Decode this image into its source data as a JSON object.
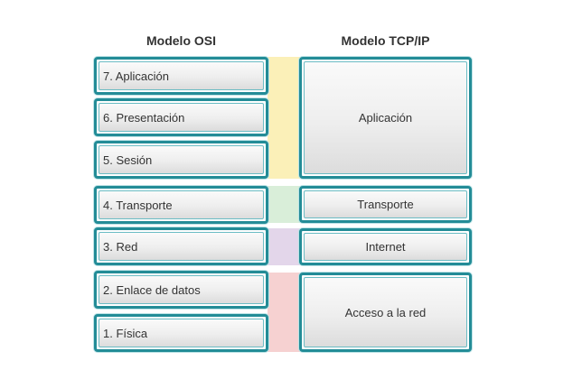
{
  "osi_title": "Modelo OSI",
  "tcp_title": "Modelo TCP/IP",
  "osi_layers": [
    "7. Aplicación",
    "6. Presentación",
    "5. Sesión",
    "4. Transporte",
    "3. Red",
    "2. Enlace de datos",
    "1. Física"
  ],
  "tcp_layers": [
    "Aplicación",
    "Transporte",
    "Internet",
    "Acceso a la red"
  ],
  "colors": {
    "border": "#238c97",
    "application_band": "#fbf0b8",
    "transport_band": "#d9eed9",
    "internet_band": "#e3d6ea",
    "network_access_band": "#f6d1d1"
  }
}
